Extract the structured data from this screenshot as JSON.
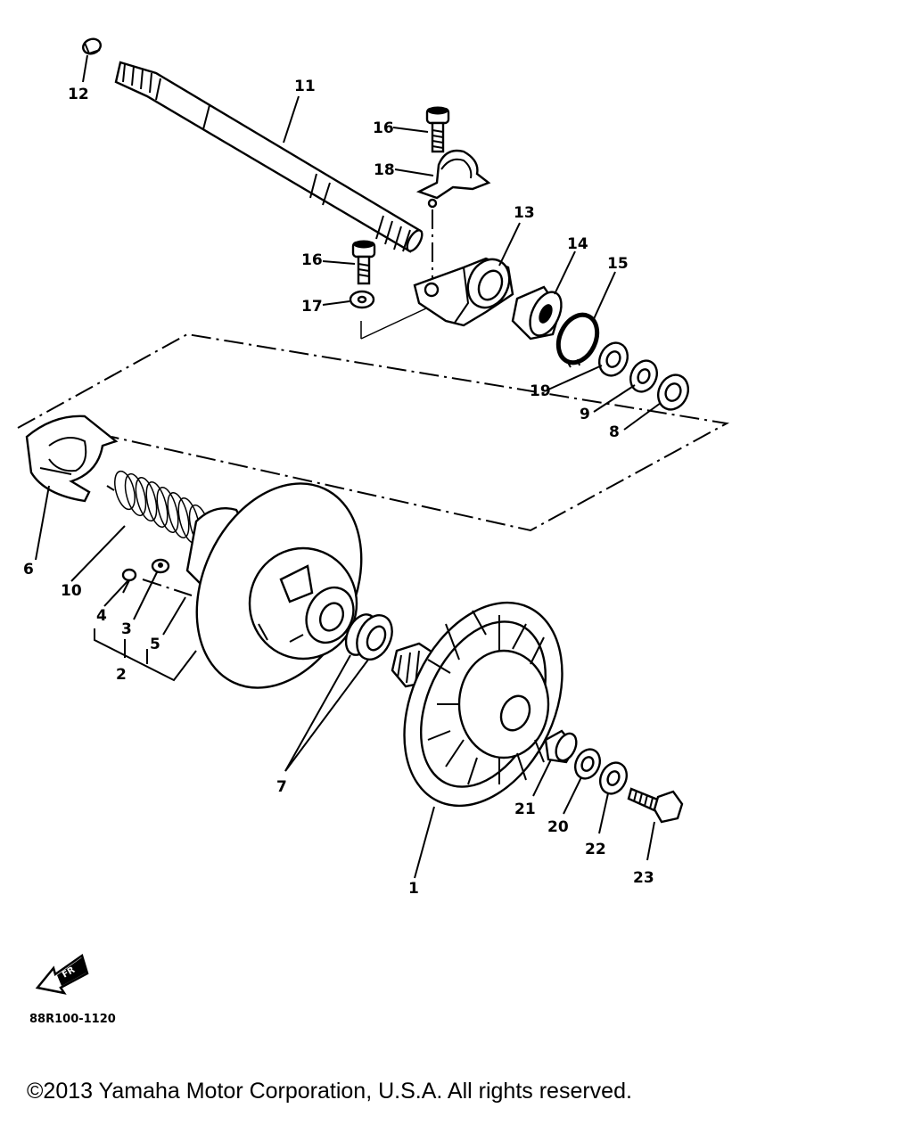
{
  "labels": {
    "p1": "1",
    "p2": "2",
    "p3": "3",
    "p4": "4",
    "p5": "5",
    "p6": "6",
    "p7": "7",
    "p8": "8",
    "p9": "9",
    "p10": "10",
    "p11": "11",
    "p12": "12",
    "p13": "13",
    "p14": "14",
    "p15": "15",
    "p16a": "16",
    "p16b": "16",
    "p17": "17",
    "p18": "18",
    "p19": "19",
    "p20": "20",
    "p21": "21",
    "p22": "22",
    "p23": "23"
  },
  "diagram_code": "88R100-1120",
  "front_arrow_text": "FR",
  "copyright": "©2013 Yamaha Motor Corporation, U.S.A. All rights reserved."
}
